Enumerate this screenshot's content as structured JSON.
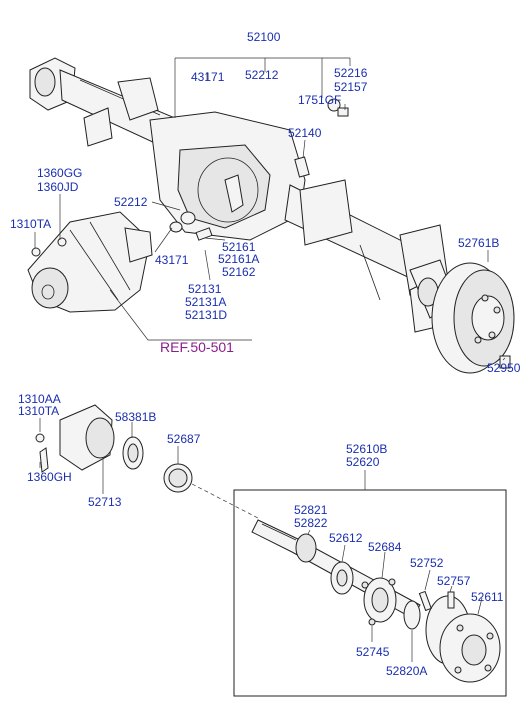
{
  "labels": {
    "l52100": "52100",
    "l43171a": "43171",
    "l52212a": "52212",
    "l52216": "52216",
    "l52157": "52157",
    "l1751gf": "1751GF",
    "l52140": "52140",
    "l1360gg": "1360GG",
    "l1360jd": "1360JD",
    "l1310ta_a": "1310TA",
    "l52212b": "52212",
    "l43171b": "43171",
    "l52161": "52161",
    "l52161a": "52161A",
    "l52162": "52162",
    "l52131": "52131",
    "l52131a": "52131A",
    "l52131d": "52131D",
    "l52761b": "52761B",
    "l52950": "52950",
    "ref": "REF.50-501",
    "l1310aa": "1310AA",
    "l1310ta_b": "1310TA",
    "l58381b": "58381B",
    "l52687": "52687",
    "l1360gh": "1360GH",
    "l52713": "52713",
    "l52610b": "52610B",
    "l52620": "52620",
    "l52821": "52821",
    "l52822": "52822",
    "l52612": "52612",
    "l52684": "52684",
    "l52752": "52752",
    "l52757": "52757",
    "l52611": "52611",
    "l52745": "52745",
    "l52820a": "52820A"
  },
  "colors": {
    "label": "#1a2fb0",
    "ref": "#8a1e8c",
    "line": "#222222"
  }
}
